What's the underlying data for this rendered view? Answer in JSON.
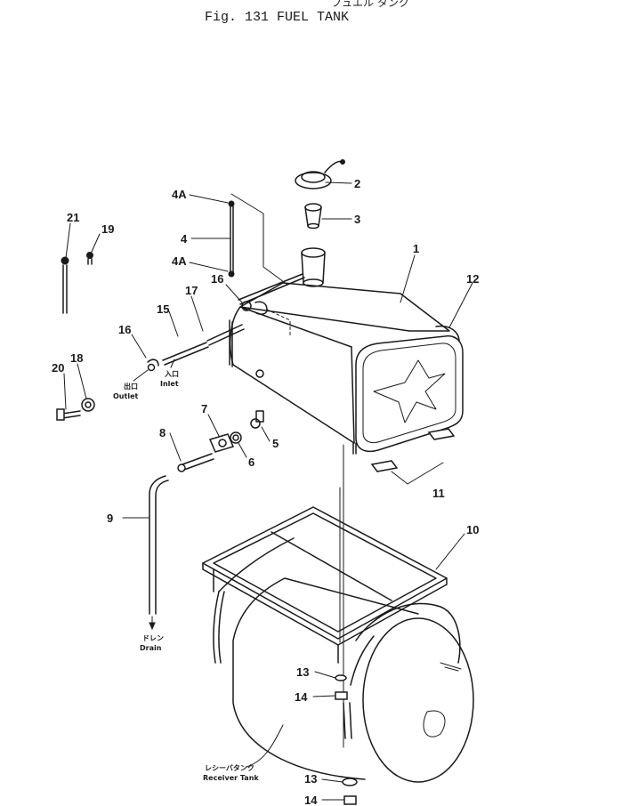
{
  "figure": {
    "subtitle_jp": "フュエル タンク",
    "title": "Fig. 131   FUEL TANK"
  },
  "callouts": {
    "p1": "1",
    "p2": "2",
    "p3": "3",
    "p4": "4",
    "p4a_top": "4A",
    "p4a_bottom": "4A",
    "p5": "5",
    "p6": "6",
    "p7": "7",
    "p8": "8",
    "p9": "9",
    "p10": "10",
    "p11": "11",
    "p12": "12",
    "p13_a": "13",
    "p14_a": "14",
    "p13_b": "13",
    "p14_b": "14",
    "p15": "15",
    "p16_a": "16",
    "p16_b": "16",
    "p17": "17",
    "p18": "18",
    "p19": "19",
    "p20": "20",
    "p21": "21"
  },
  "labels": {
    "outlet_jp": "出口",
    "outlet": "Outlet",
    "inlet_jp": "入口",
    "inlet": "Inlet",
    "drain_jp": "ドレン",
    "drain": "Drain",
    "receiver_jp": "レシーバタンク",
    "receiver": "Receiver Tank"
  }
}
